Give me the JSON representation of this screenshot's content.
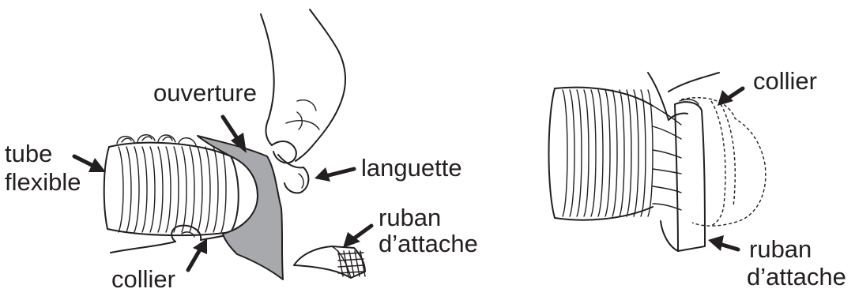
{
  "left_figure": {
    "labels": {
      "ouverture": "ouverture",
      "tube_line1": "tube",
      "tube_line2": "flexible",
      "languette": "languette",
      "ruban_line1": "ruban",
      "ruban_line2": "d’attache",
      "collier": "collier"
    }
  },
  "right_figure": {
    "labels": {
      "collier": "collier",
      "ruban_line1": "ruban",
      "ruban_line2": "d’attache"
    }
  },
  "colors": {
    "ink": "#231f20",
    "gray_sheet": "#a7a9ac",
    "background": "#ffffff"
  }
}
